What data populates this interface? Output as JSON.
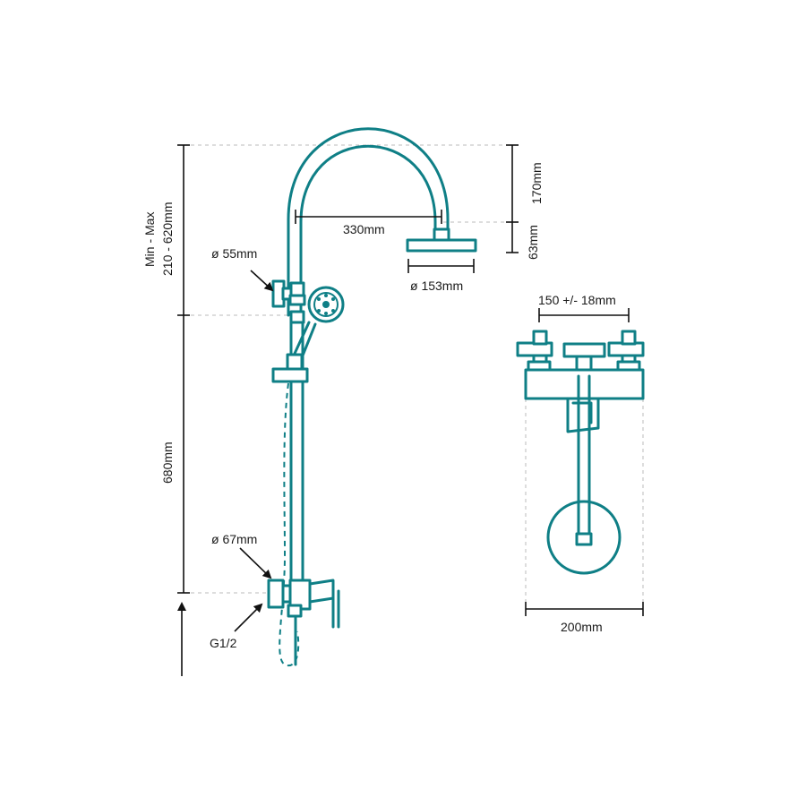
{
  "labels": {
    "min_max": "Min - Max",
    "range": "210 - 620mm",
    "height_680": "680mm",
    "handle_55": "ø  55mm",
    "span_330": "330mm",
    "head_153": "ø 153mm",
    "drop_170": "170mm",
    "drop_63": "63mm",
    "spacing_150": "150 +/- 18mm",
    "diameter_67": "ø  67mm",
    "thread": "G1/2",
    "width_200": "200mm"
  },
  "colors": {
    "product_line": "#0f7f86",
    "dimension_line": "#111111",
    "guide_line": "#bbbbbb"
  }
}
